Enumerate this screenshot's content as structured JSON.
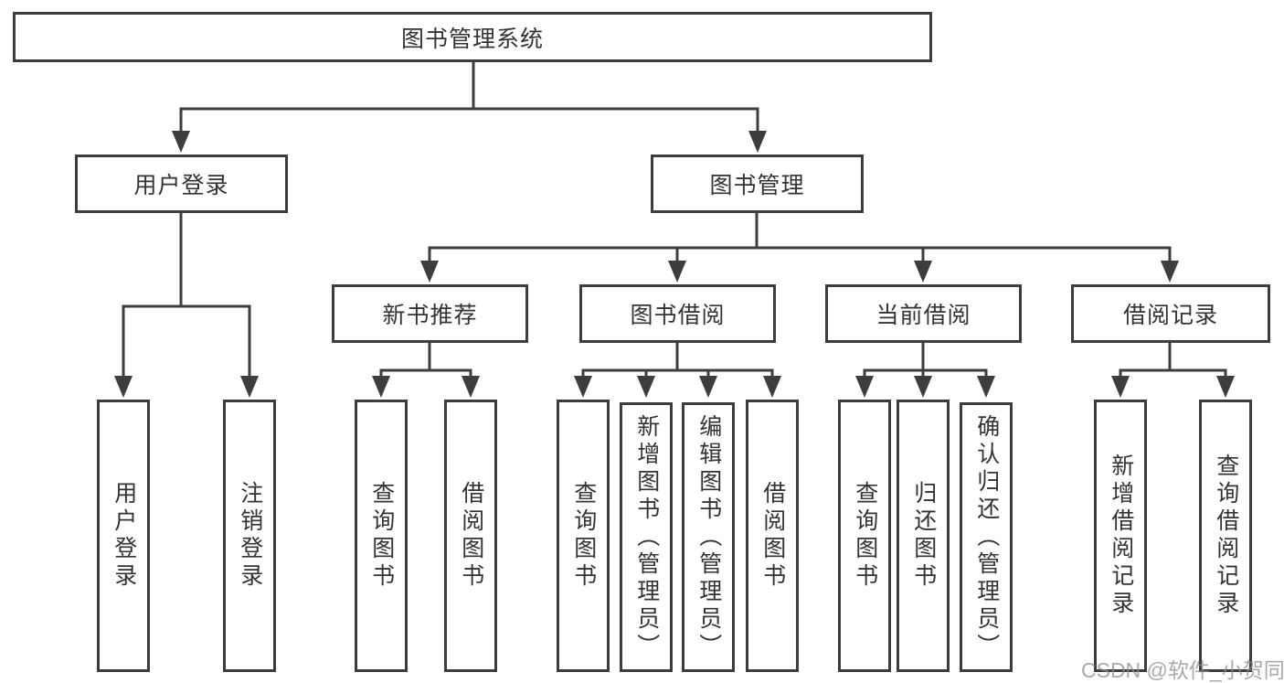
{
  "hierarchy": {
    "label": "图书管理系统",
    "children": [
      {
        "label": "用户登录",
        "children": [
          {
            "label": "用户登录"
          },
          {
            "label": "注销登录"
          }
        ]
      },
      {
        "label": "图书管理",
        "children": [
          {
            "label": "新书推荐",
            "children": [
              {
                "label": "查询图书"
              },
              {
                "label": "借阅图书"
              }
            ]
          },
          {
            "label": "图书借阅",
            "children": [
              {
                "label": "查询图书"
              },
              {
                "label": "新增图书（管理员）"
              },
              {
                "label": "编辑图书（管理员）"
              },
              {
                "label": "借阅图书"
              }
            ]
          },
          {
            "label": "当前借阅",
            "children": [
              {
                "label": "查询图书"
              },
              {
                "label": "归还图书"
              },
              {
                "label": "确认归还（管理员）"
              }
            ]
          },
          {
            "label": "借阅记录",
            "children": [
              {
                "label": "新增借阅记录"
              },
              {
                "label": "查询借阅记录"
              }
            ]
          }
        ]
      }
    ]
  },
  "watermark": {
    "text": "CSDN @软件_小贺同学"
  },
  "colors": {
    "line": "#3d3d3d",
    "box_border": "#3d3d3d",
    "box_fill": "#ffffff",
    "text": "#333333",
    "watermark": "#8c8c8c",
    "background": "#ffffff"
  }
}
